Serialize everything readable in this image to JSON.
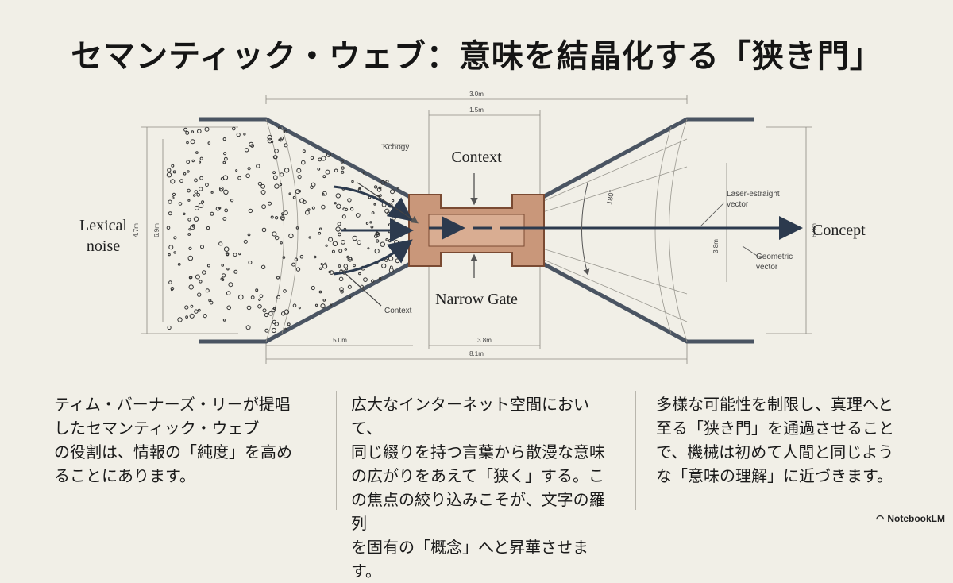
{
  "title": "セマンティック・ウェブ：意味を結晶化する「狭き門」",
  "diagram": {
    "labels": {
      "lexical_noise_line1": "Lexical",
      "lexical_noise_line2": "noise",
      "context_top": "Context",
      "narrow_gate": "Narrow Gate",
      "concept": "Concept",
      "context_small": "Context",
      "kchogy": "Kchogy",
      "laser_line1": "Laser-estraight",
      "laser_line2": "vector",
      "geometric_line1": "Geometric",
      "geometric_line2": "vector",
      "angle": "180°"
    },
    "dimensions": {
      "top_total": "3.0m",
      "top_gate": "1.5m",
      "bottom_left": "5.0m",
      "bottom_gate": "3.8m",
      "bottom_total": "8.1m",
      "left_height_outer": "6.9m",
      "left_height_inner": "4.7m",
      "right_height_inner": "3.8m",
      "right_height_outer": "6.9m"
    },
    "colors": {
      "frame": "#4a5462",
      "gate_fill": "#c9977a",
      "gate_stroke": "#7a4a32",
      "arrow": "#2c3a4e"
    }
  },
  "columns": [
    {
      "text": "ティム・バーナーズ・リーが提唱\nしたセマンティック・ウェブ\nの役割は、情報の「純度」を高め\nることにあります。"
    },
    {
      "text": "広大なインターネット空間において、\n同じ綴りを持つ言葉から散漫な意味\nの広がりをあえて「狭く」する。こ\nの焦点の絞り込みこそが、文字の羅列\nを固有の「概念」へと昇華させます。"
    },
    {
      "text": "多様な可能性を制限し、真理へと\n至る「狭き門」を通過させること\nで、機械は初めて人間と同じよう\nな「意味の理解」に近づきます。"
    }
  ],
  "badge": {
    "icon": "notebooklm-logo-icon",
    "label": "NotebookLM"
  }
}
